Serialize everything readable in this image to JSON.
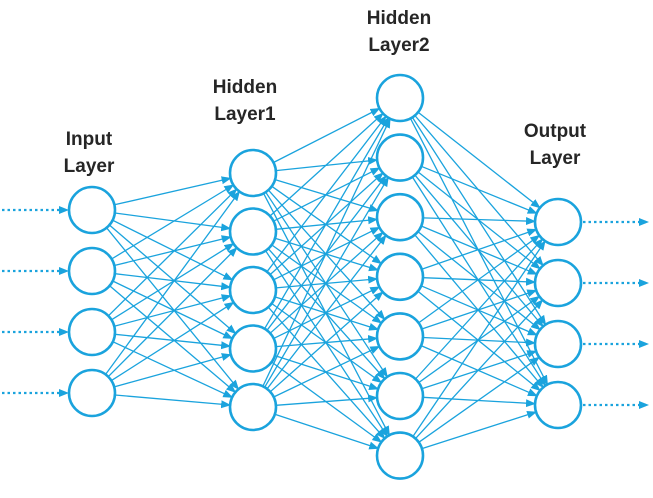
{
  "colors": {
    "accent": "#1aa3dd",
    "node_fill": "#ffffff",
    "label_text": "#262626"
  },
  "labels": {
    "input": [
      "Input",
      "Layer"
    ],
    "hidden1": [
      "Hidden",
      "Layer1"
    ],
    "hidden2": [
      "Hidden",
      "Layer2"
    ],
    "output": [
      "Output",
      "Layer"
    ]
  },
  "network": {
    "layers": [
      {
        "id": "input",
        "nodes": 4
      },
      {
        "id": "hidden1",
        "nodes": 5
      },
      {
        "id": "hidden2",
        "nodes": 7
      },
      {
        "id": "output",
        "nodes": 4
      }
    ],
    "connectivity": "fully-connected",
    "input_arrows": "dotted",
    "output_arrows": "dotted"
  }
}
